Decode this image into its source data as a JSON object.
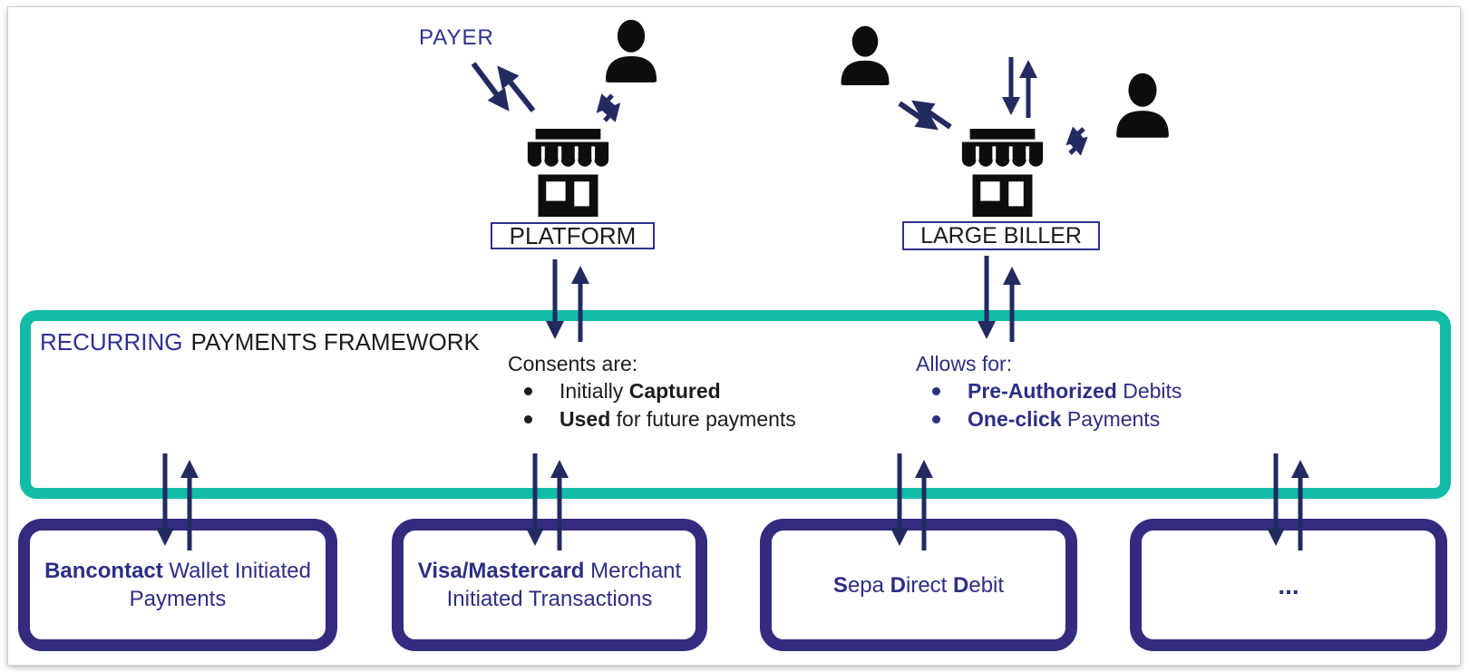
{
  "page": {
    "payer_label": "PAYER",
    "platform_label": "PLATFORM",
    "large_biller_label": "LARGE BILLER"
  },
  "framework": {
    "title_highlight": "RECURRING",
    "title_rest": "PAYMENTS FRAMEWORK",
    "consents": {
      "heading": "Consents are:",
      "bullets": [
        {
          "pre": "Initially ",
          "bold": "Captured",
          "post": ""
        },
        {
          "pre": "",
          "bold": "Used",
          "post": " for future payments"
        }
      ]
    },
    "allows": {
      "heading": "Allows for:",
      "bullets": [
        {
          "pre": "",
          "bold": "Pre-Authorized",
          "post": " Debits"
        },
        {
          "pre": "",
          "bold": "One-click",
          "post": " Payments"
        }
      ]
    }
  },
  "payment_methods": [
    {
      "id": "bancontact-wallet-initiated-payments",
      "lines": [
        [
          {
            "t": "Bancontact",
            "b": true
          },
          {
            "t": " Wallet Initiated",
            "b": false
          }
        ],
        [
          {
            "t": "Payments",
            "b": false
          }
        ]
      ]
    },
    {
      "id": "visa-mastercard-merchant-initiated-transactions",
      "lines": [
        [
          {
            "t": "Visa/Mastercard",
            "b": true
          },
          {
            "t": " Merchant",
            "b": false
          }
        ],
        [
          {
            "t": "Initiated Transactions",
            "b": false
          }
        ]
      ]
    },
    {
      "id": "sepa-direct-debit",
      "lines": [
        [
          {
            "t": "S",
            "b": true
          },
          {
            "t": "epa ",
            "b": false
          },
          {
            "t": "D",
            "b": true
          },
          {
            "t": "irect ",
            "b": false
          },
          {
            "t": "D",
            "b": true
          },
          {
            "t": "ebit",
            "b": false
          }
        ]
      ]
    },
    {
      "id": "other-methods",
      "lines": [
        [
          {
            "t": "...",
            "b": true
          }
        ]
      ]
    }
  ],
  "icons": {
    "person-icon": "black person silhouette (head + shoulders)",
    "storefront-icon": "black shop with scalloped awning, window and door",
    "double-arrow-icon": "pair of opposing navy arrows"
  },
  "colors": {
    "teal_border": "#12bca6",
    "indigo_border": "#332c7e",
    "navy_text": "#2d2e83",
    "label_navy": "#2e3192",
    "arrow_navy": "#232a60",
    "icon_black": "#0d0d0d"
  }
}
